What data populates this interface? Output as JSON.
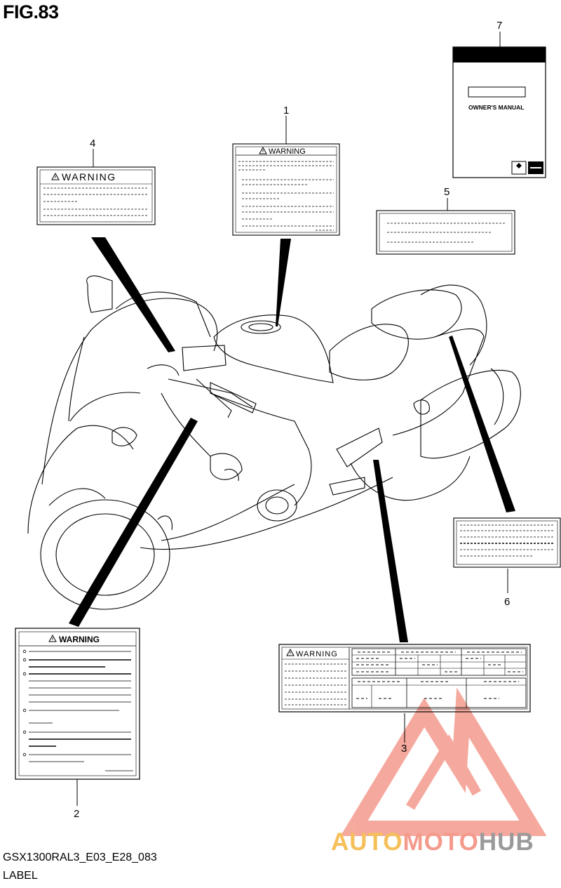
{
  "figure": {
    "title": "FIG.83",
    "model_code": "GSX1300RAL3_E03_E28_083",
    "section_name": "LABEL"
  },
  "callouts": [
    {
      "id": "1",
      "label": "1"
    },
    {
      "id": "2",
      "label": "2"
    },
    {
      "id": "3",
      "label": "3"
    },
    {
      "id": "4",
      "label": "4"
    },
    {
      "id": "5",
      "label": "5"
    },
    {
      "id": "6",
      "label": "6"
    },
    {
      "id": "7",
      "label": "7"
    }
  ],
  "labels": {
    "warning_text": "WARNING",
    "manual_text": "OWNER'S MANUAL"
  },
  "watermark": {
    "part1": "AUTO",
    "part2": "MOTO",
    "part3": "HUB",
    "colors": {
      "gold": "#f5c05a",
      "salmon": "#f49a8c",
      "grey": "#9a9a9a"
    }
  }
}
